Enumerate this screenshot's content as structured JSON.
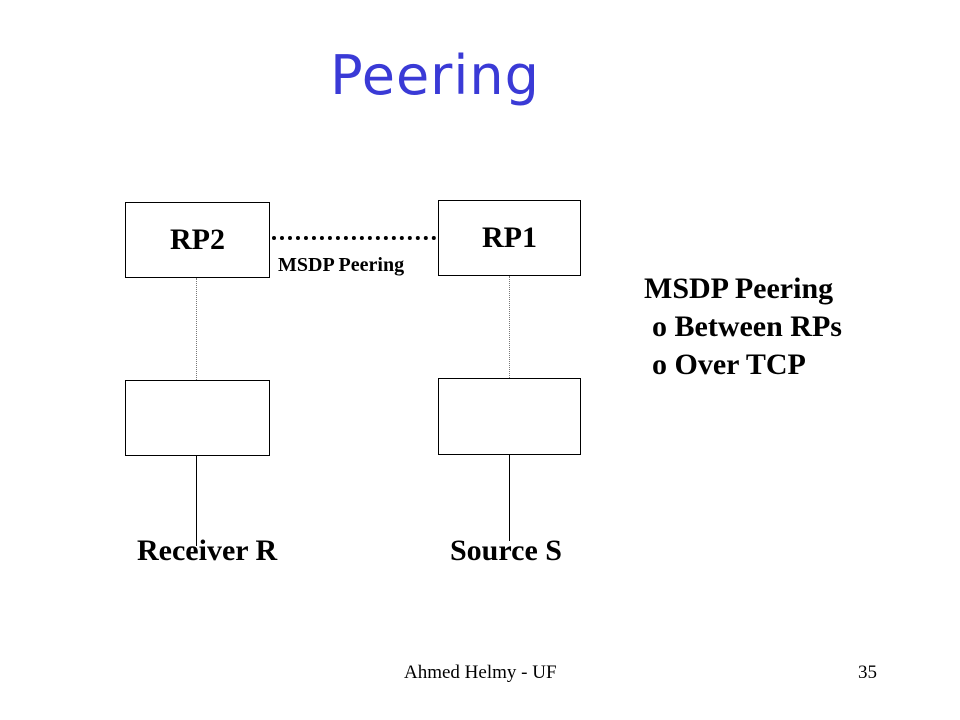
{
  "slide": {
    "title": "Peering",
    "footer_left": "Ahmed Helmy - UF",
    "page_number": "35"
  },
  "diagram": {
    "rp2_label": "RP2",
    "rp1_label": "RP1",
    "link_label": "MSDP Peering",
    "receiver_label": "Receiver R",
    "source_label": "Source S"
  },
  "notes": {
    "heading": "MSDP Peering",
    "items": [
      "o Between RPs",
      "o Over TCP"
    ]
  },
  "colors": {
    "title": "#3a3ad6"
  }
}
